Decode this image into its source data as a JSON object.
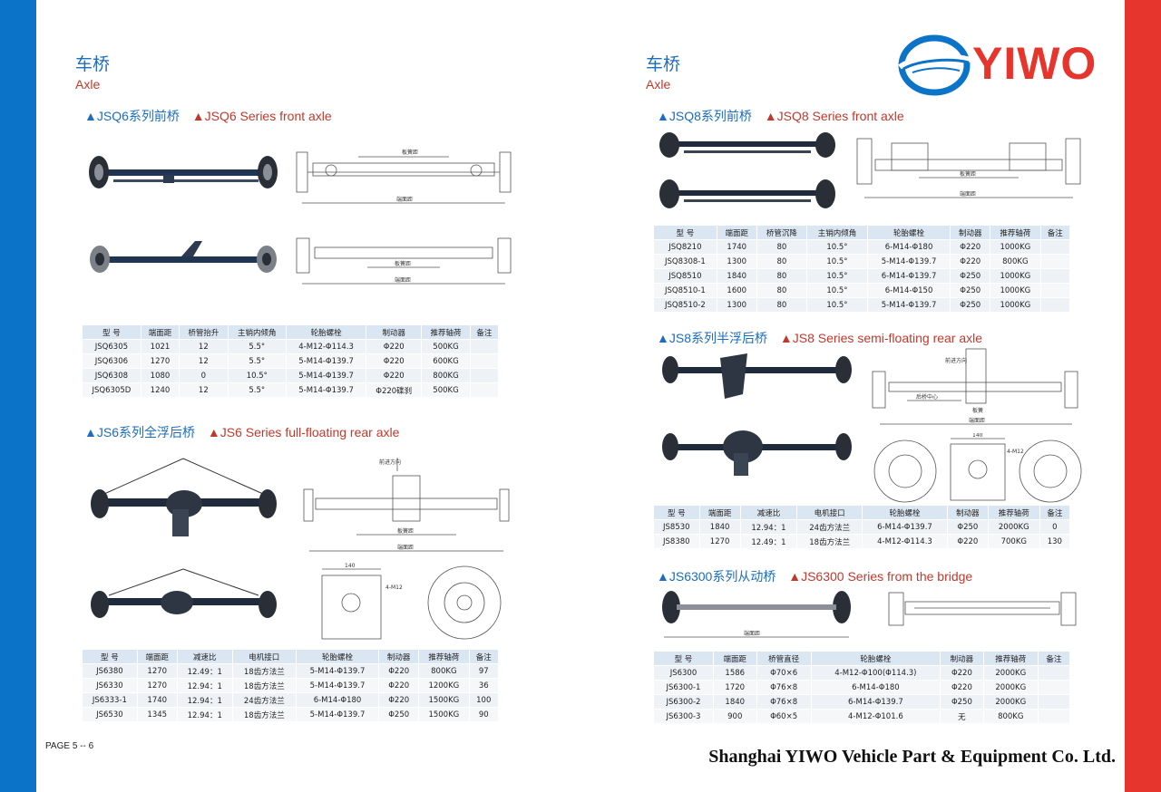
{
  "brand": {
    "name": "YIWO",
    "blue": "#0b74c8",
    "red": "#e5352d"
  },
  "left": {
    "heading_cn": "车桥",
    "heading_en": "Axle",
    "sections": [
      {
        "title_cn": "JSQ6系列前桥",
        "title_en": "JSQ6 Series front axle",
        "drawing_labels": [
          "板簧距",
          "端面距",
          "板簧距",
          "端面距"
        ],
        "headers": [
          "型 号",
          "端面距",
          "桥管抬升",
          "主销内倾角",
          "轮胎螺栓",
          "制动器",
          "推荐轴荷",
          "备注"
        ],
        "rows": [
          [
            "JSQ6305",
            "1021",
            "12",
            "5.5°",
            "4-M12-Φ114.3",
            "Φ220",
            "500KG",
            ""
          ],
          [
            "JSQ6306",
            "1270",
            "12",
            "5.5°",
            "5-M14-Φ139.7",
            "Φ220",
            "600KG",
            ""
          ],
          [
            "JSQ6308",
            "1080",
            "0",
            "10.5°",
            "5-M14-Φ139.7",
            "Φ220",
            "800KG",
            ""
          ],
          [
            "JSQ6305D",
            "1240",
            "12",
            "5.5°",
            "5-M14-Φ139.7",
            "Φ220碟刹",
            "500KG",
            ""
          ]
        ]
      },
      {
        "title_cn": "JS6系列全浮后桥",
        "title_en": "JS6 Series full-floating rear axle",
        "drawing_labels": [
          "前进方向",
          "板簧距",
          "端面距",
          "4-M12",
          "140"
        ],
        "headers": [
          "型 号",
          "端面距",
          "减速比",
          "电机接口",
          "轮胎螺栓",
          "制动器",
          "推荐轴荷",
          "备注"
        ],
        "rows": [
          [
            "JS6380",
            "1270",
            "12.49：1",
            "18齿方法兰",
            "5-M14-Φ139.7",
            "Φ220",
            "800KG",
            "97"
          ],
          [
            "JS6330",
            "1270",
            "12.94：1",
            "18齿方法兰",
            "5-M14-Φ139.7",
            "Φ220",
            "1200KG",
            "36"
          ],
          [
            "JS6333-1",
            "1740",
            "12.94：1",
            "24齿方法兰",
            "6-M14-Φ180",
            "Φ220",
            "1500KG",
            "100"
          ],
          [
            "JS6530",
            "1345",
            "12.94：1",
            "18齿方法兰",
            "5-M14-Φ139.7",
            "Φ250",
            "1500KG",
            "90"
          ]
        ]
      }
    ],
    "page_number": "PAGE 5 -- 6"
  },
  "right": {
    "heading_cn": "车桥",
    "heading_en": "Axle",
    "sections": [
      {
        "title_cn": "JSQ8系列前桥",
        "title_en": "JSQ8 Series front axle",
        "drawing_labels": [
          "板簧距",
          "端面距"
        ],
        "headers": [
          "型 号",
          "端面距",
          "桥管沉降",
          "主销内倾角",
          "轮胎螺栓",
          "制动器",
          "推荐轴荷",
          "备注"
        ],
        "rows": [
          [
            "JSQ8210",
            "1740",
            "80",
            "10.5°",
            "6-M14-Φ180",
            "Φ220",
            "1000KG",
            ""
          ],
          [
            "JSQ8308-1",
            "1300",
            "80",
            "10.5°",
            "5-M14-Φ139.7",
            "Φ220",
            "800KG",
            ""
          ],
          [
            "JSQ8510",
            "1840",
            "80",
            "10.5°",
            "6-M14-Φ139.7",
            "Φ250",
            "1000KG",
            ""
          ],
          [
            "JSQ8510-1",
            "1600",
            "80",
            "10.5°",
            "6-M14-Φ150",
            "Φ250",
            "1000KG",
            ""
          ],
          [
            "JSQ8510-2",
            "1300",
            "80",
            "10.5°",
            "5-M14-Φ139.7",
            "Φ250",
            "1000KG",
            ""
          ]
        ]
      },
      {
        "title_cn": "JS8系列半浮后桥",
        "title_en": "JS8 Series semi-floating rear axle",
        "drawing_labels": [
          "前进方向",
          "后桥中心",
          "板簧",
          "端面距",
          "4-M12",
          "140"
        ],
        "headers": [
          "型 号",
          "端面距",
          "减速比",
          "电机接口",
          "轮胎螺栓",
          "制动器",
          "推荐轴荷",
          "备注"
        ],
        "rows": [
          [
            "JS8530",
            "1840",
            "12.94：1",
            "24齿方法兰",
            "6-M14-Φ139.7",
            "Φ250",
            "2000KG",
            "0"
          ],
          [
            "JS8380",
            "1270",
            "12.49：1",
            "18齿方法兰",
            "4-M12-Φ114.3",
            "Φ220",
            "700KG",
            "130"
          ]
        ]
      },
      {
        "title_cn": "JS6300系列从动桥",
        "title_en": "JS6300 Series from the bridge",
        "drawing_labels": [
          "端面距"
        ],
        "headers": [
          "型 号",
          "端面距",
          "桥管直径",
          "轮胎螺栓",
          "制动器",
          "推荐轴荷",
          "备注"
        ],
        "rows": [
          [
            "JS6300",
            "1586",
            "Φ70×6",
            "4-M12-Φ100(Φ114.3)",
            "Φ220",
            "2000KG",
            ""
          ],
          [
            "JS6300-1",
            "1720",
            "Φ76×8",
            "6-M14-Φ180",
            "Φ220",
            "2000KG",
            ""
          ],
          [
            "JS6300-2",
            "1840",
            "Φ76×8",
            "6-M14-Φ139.7",
            "Φ250",
            "2000KG",
            ""
          ],
          [
            "JS6300-3",
            "900",
            "Φ60×5",
            "4-M12-Φ101.6",
            "无",
            "800KG",
            ""
          ]
        ]
      }
    ],
    "company": "Shanghai YIWO Vehicle Part & Equipment Co. Ltd."
  }
}
